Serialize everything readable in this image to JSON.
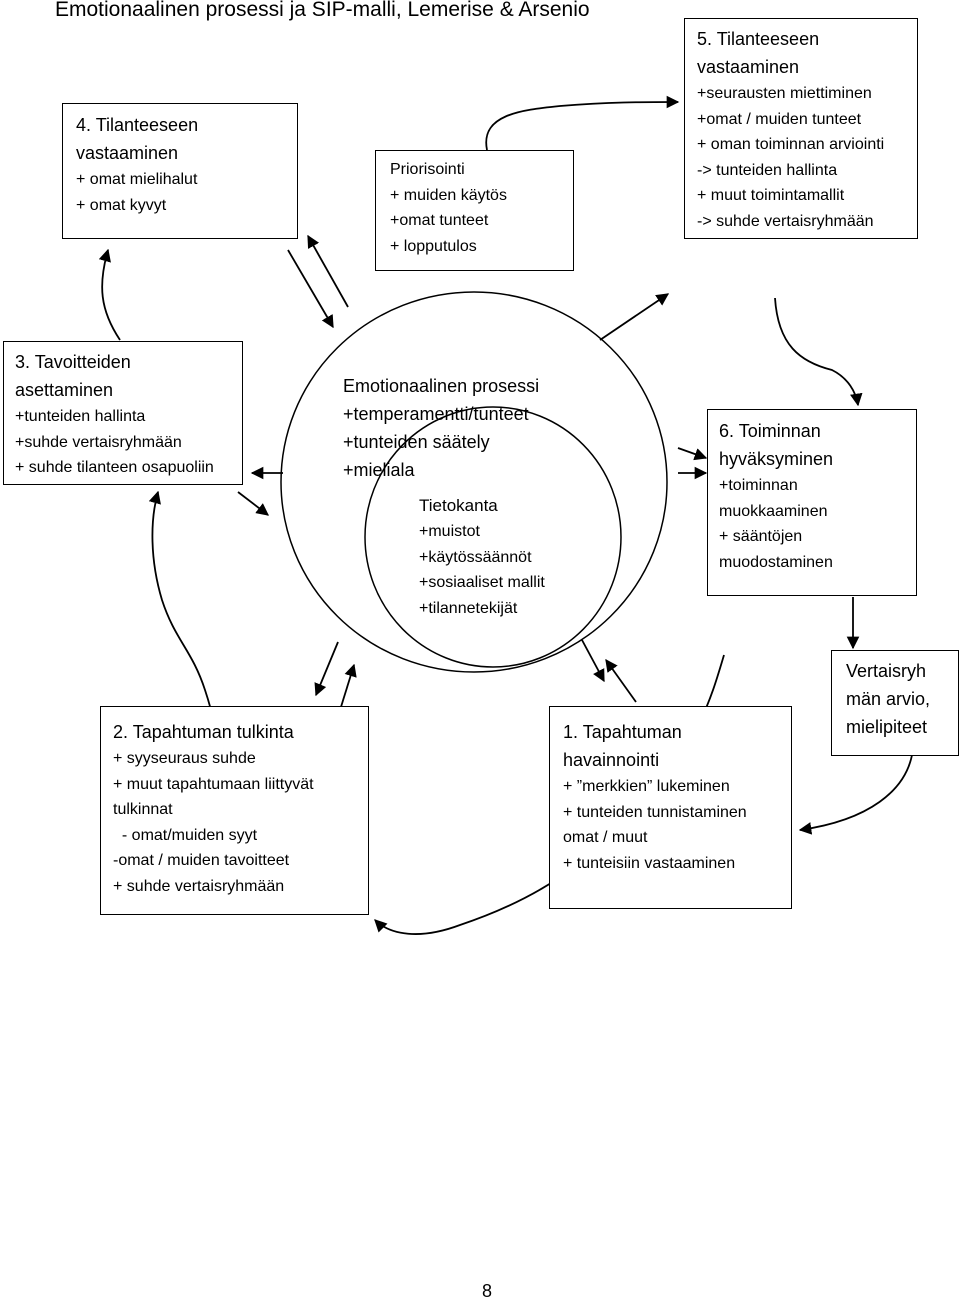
{
  "title": "Emotionaalinen prosessi ja SIP-malli, Lemerise & Arsenio",
  "page_number": "8",
  "boxes": {
    "step4": {
      "heading": [
        "4. Tilanteeseen",
        "vastaaminen"
      ],
      "items": [
        "+ omat mielihalut",
        "+ omat kyvyt"
      ]
    },
    "prioritization": {
      "items": [
        "Priorisointi",
        "+ muiden käytös",
        "+omat tunteet",
        "+ lopputulos"
      ]
    },
    "step5": {
      "heading": [
        "5. Tilanteeseen",
        "vastaaminen"
      ],
      "items": [
        "+seurausten miettiminen",
        "+omat / muiden tunteet",
        "+ oman toiminnan arviointi",
        "-> tunteiden hallinta",
        "+ muut toimintamallit",
        "-> suhde vertaisryhmään"
      ]
    },
    "step3": {
      "heading": [
        "3. Tavoitteiden",
        "asettaminen"
      ],
      "items": [
        "+tunteiden hallinta",
        "+suhde vertaisryhmään",
        "+ suhde tilanteen osapuoliin"
      ]
    },
    "step6": {
      "heading": [
        "6. Toiminnan",
        "hyväksyminen"
      ],
      "items": [
        "+toiminnan",
        "muokkaaminen",
        "+ sääntöjen",
        "muodostaminen"
      ]
    },
    "step2": {
      "heading": [
        "2. Tapahtuman tulkinta"
      ],
      "items": [
        "+ syyseuraus suhde",
        "+ muut tapahtumaan liittyvät",
        "tulkinnat",
        "  - omat/muiden syyt",
        "-omat / muiden tavoitteet",
        "+ suhde vertaisryhmään"
      ]
    },
    "step1": {
      "heading": [
        "1. Tapahtuman",
        "havainnointi"
      ],
      "items": [
        "+ ”merkkien” lukeminen",
        "+ tunteiden tunnistaminen",
        "omat / muut",
        "+ tunteisiin vastaaminen"
      ]
    },
    "peer": {
      "items": [
        "Vertaisryh",
        "män arvio,",
        "mielipiteet"
      ]
    }
  },
  "emotional_process": {
    "heading": [
      "Emotionaalinen prosessi"
    ],
    "items": [
      "+temperamentti/tunteet",
      "+tunteiden säätely",
      "+mieliala"
    ]
  },
  "database": {
    "heading": [
      "Tietokanta"
    ],
    "items": [
      "+muistot",
      "+käytössäännöt",
      "+sosiaaliset mallit",
      "+tilannetekijät"
    ]
  }
}
